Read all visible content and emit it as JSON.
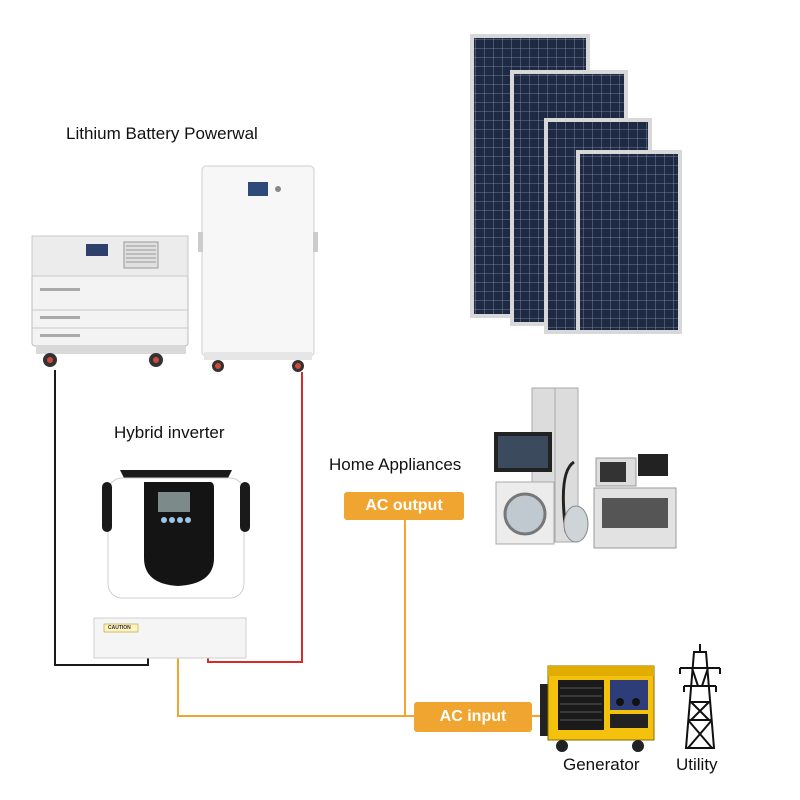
{
  "labels": {
    "battery": "Lithium Battery Powerwal",
    "inverter": "Hybrid inverter",
    "appliances": "Home Appliances",
    "generator": "Generator",
    "utility": "Utility"
  },
  "pills": {
    "ac_output": "AC output",
    "ac_input": "AC input"
  },
  "inverter_sticker": "CAUTION",
  "colors": {
    "orange": "#f1a531",
    "red_wire": "#d62b2b",
    "black_wire": "#1a1a1a",
    "panel_blue": "#1e2a44",
    "generator_yellow": "#f4c20d"
  }
}
